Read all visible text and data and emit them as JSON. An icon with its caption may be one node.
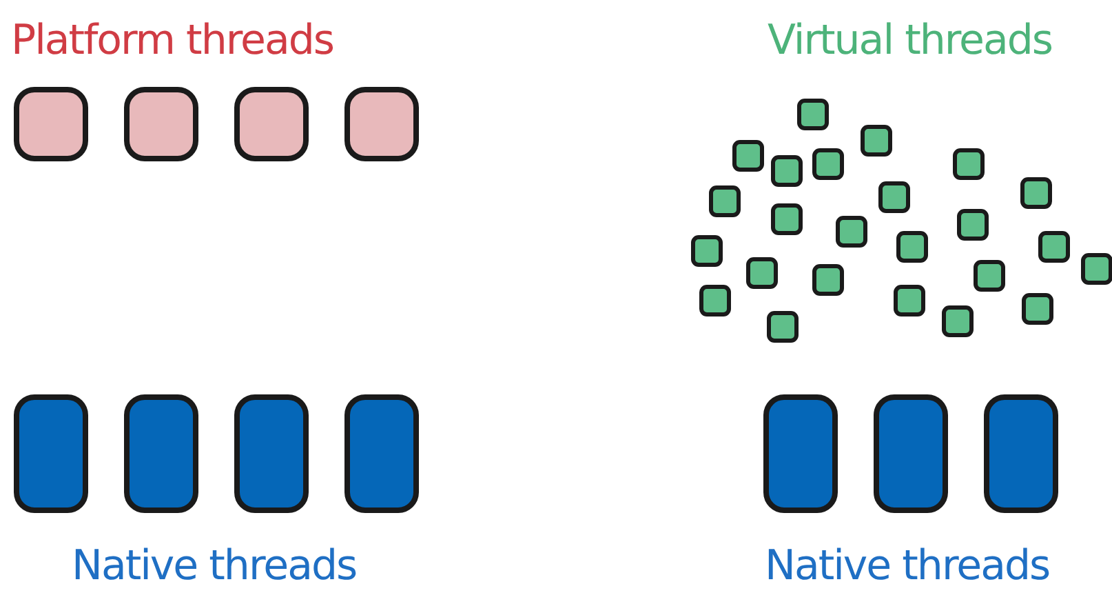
{
  "diagram": {
    "labels": [
      "Platform threads",
      "Virtual threads",
      "Native threads",
      "Native threads"
    ]
  }
}
